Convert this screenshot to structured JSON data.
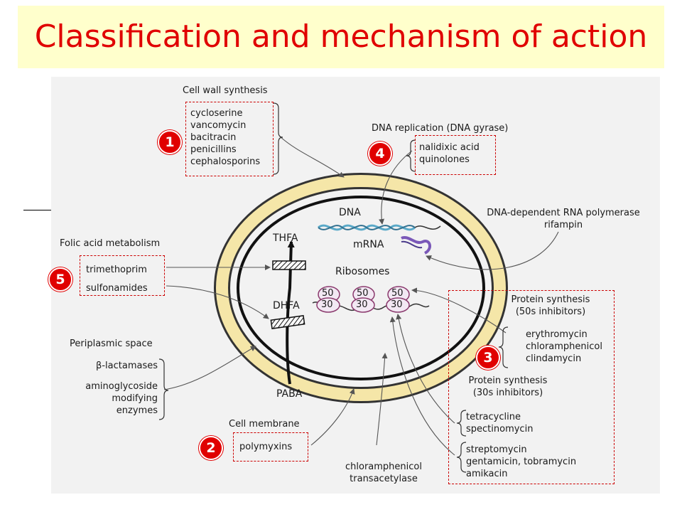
{
  "title": "Classification and mechanism of action",
  "cell": {
    "dna": "DNA",
    "mrna": "mRNA",
    "thfa": "THFA",
    "dhfa": "DHFA",
    "ribosomes": "Ribosomes",
    "paba": "PABA",
    "large_subunit": "50",
    "small_subunit": "30"
  },
  "cell_wall": {
    "header": "Cell wall synthesis",
    "drugs": [
      "cycloserine",
      "vancomycin",
      "bacitracin",
      "penicillins",
      "cephalosporins"
    ],
    "marker": "1"
  },
  "dna_replication": {
    "header": "DNA replication (DNA gyrase)",
    "drugs": [
      "nalidixic acid",
      "quinolones"
    ],
    "marker": "4"
  },
  "rna_polymerase": {
    "lines": [
      "DNA-dependent RNA polymerase",
      "rifampin"
    ]
  },
  "folic_acid": {
    "header": "Folic acid metabolism",
    "drugs": [
      "trimethoprim",
      "sulfonamides"
    ],
    "marker": "5"
  },
  "periplasmic": {
    "header": "Periplasmic space",
    "items": [
      "β-lactamases",
      "aminoglycoside",
      "modifying",
      "enzymes"
    ]
  },
  "cell_membrane": {
    "header": "Cell membrane",
    "drugs": [
      "polymyxins"
    ],
    "marker": "2"
  },
  "protein_synthesis": {
    "marker": "3",
    "header_50s": [
      "Protein synthesis",
      "(50s inhibitors)"
    ],
    "drugs_50s": [
      "erythromycin",
      "chloramphenicol",
      "clindamycin"
    ],
    "header_30s": [
      "Protein synthesis",
      "(30s inhibitors)"
    ],
    "drugs_30s_a": [
      "tetracycline",
      "spectinomycin"
    ],
    "drugs_30s_b": [
      "streptomycin",
      "gentamicin, tobramycin",
      "amikacin"
    ]
  },
  "transacetylase": {
    "lines": [
      "chloramphenicol",
      "transacetylase"
    ]
  },
  "colors": {
    "title": "#e00000",
    "title_bg": "#ffffcc",
    "wall": "#f5e6a8",
    "marker": "#e00000",
    "dashed_box": "#cc0000",
    "mrna": "#7a58b8",
    "dna": "#5aa9c8"
  }
}
